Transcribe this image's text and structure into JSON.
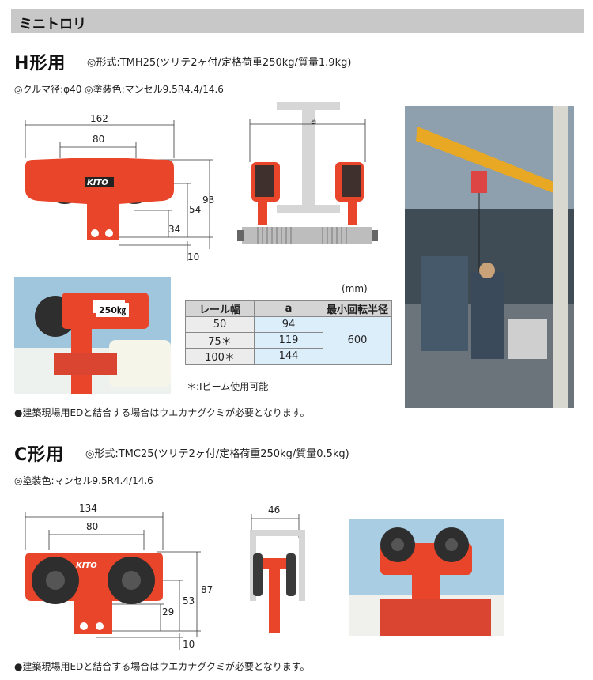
{
  "page": {
    "banner_title": "ミニトロリ"
  },
  "h_section": {
    "title": "H形用",
    "model_line": "◎形式:TMH25(ツリテ2ヶ付/定格荷重250kg/質量1.9kg)",
    "spec_line": "◎クルマ径:φ40 ◎塗装色:マンセル9.5R4.4/14.6",
    "dims": {
      "width_162": "162",
      "width_80": "80",
      "height_93": "93",
      "height_54": "54",
      "height_34": "34",
      "bottom_10": "10",
      "a_label": "a"
    },
    "logo_text": "KITO",
    "photo_badge": "250㎏",
    "unit": "(mm)",
    "table": {
      "headers": [
        "レール幅",
        "a",
        "最小回転半径"
      ],
      "rows": [
        {
          "rail": "50",
          "a": "94"
        },
        {
          "rail": "75＊",
          "a": "119"
        },
        {
          "rail": "100＊",
          "a": "144"
        }
      ],
      "min_radius": "600"
    },
    "footnote": "＊:Iビーム使用可能",
    "note": "●建築現場用EDと結合する場合はウエカナグクミが必要となります。"
  },
  "c_section": {
    "title": "C形用",
    "model_line": "◎形式:TMC25(ツリテ2ヶ付/定格荷重250kg/質量0.5kg)",
    "spec_line": "◎塗装色:マンセル9.5R4.4/14.6",
    "dims": {
      "width_134": "134",
      "width_80": "80",
      "height_87": "87",
      "height_53": "53",
      "height_29": "29",
      "bottom_10": "10",
      "width_46": "46"
    },
    "logo_text": "KITO",
    "note": "●建築現場用EDと結合する場合はウエカナグクミが必要となります。"
  },
  "colors": {
    "trolley_orange": "#e8452a",
    "wheel_dark": "#2e2e2e",
    "banner_gray": "#c8c8c8",
    "table_blue": "#ddeefb"
  }
}
